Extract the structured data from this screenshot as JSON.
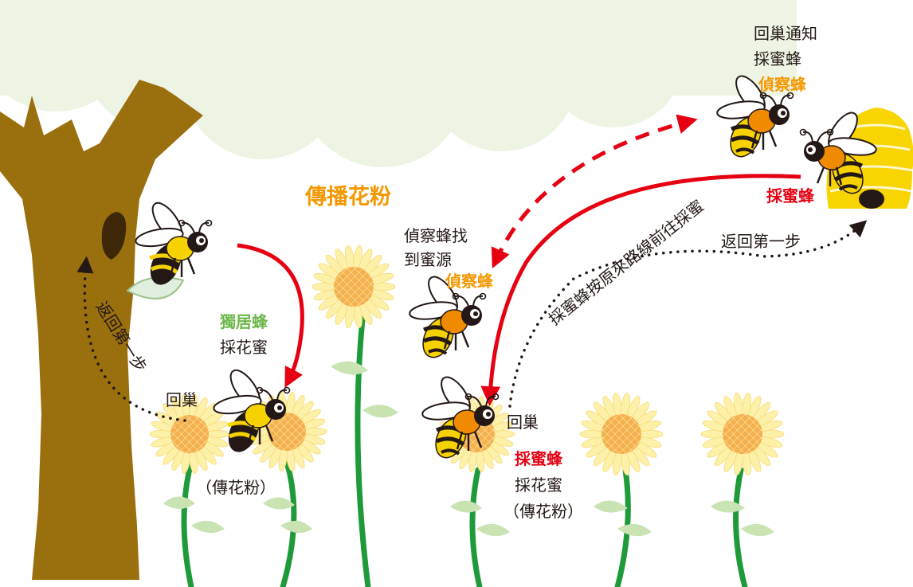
{
  "title": "傳播花粉",
  "solitary_bee": {
    "name": "獨居蜂",
    "action": "採花蜜",
    "return_label": "回巢",
    "pollination": "（傳花粉）",
    "return_step": "返回第一步"
  },
  "scout_found": {
    "line1": "偵察蜂找",
    "line2": "到蜜源",
    "name": "偵察蜂"
  },
  "scout_notify": {
    "line1": "回巢通知",
    "line2": "採蜜蜂",
    "name": "偵察蜂"
  },
  "forager_hive": {
    "name": "採蜜蜂"
  },
  "forager_path": "採蜜蜂按原來路線前往採蜜",
  "forager_flower": {
    "return_label": "回巢",
    "name": "採蜜蜂",
    "action": "採花蜜",
    "pollination": "（傳花粉）"
  },
  "return_step_right": "返回第一步",
  "colors": {
    "orange": "#f39800",
    "green": "#6cb648",
    "red": "#e60012",
    "tree_trunk": "#9a6f0e",
    "canopy": "#eef4e4",
    "stem": "#1f9a3a",
    "petal": "#fdf0a8",
    "flower_center": "#f4b04c",
    "hive": "#f8d400"
  }
}
